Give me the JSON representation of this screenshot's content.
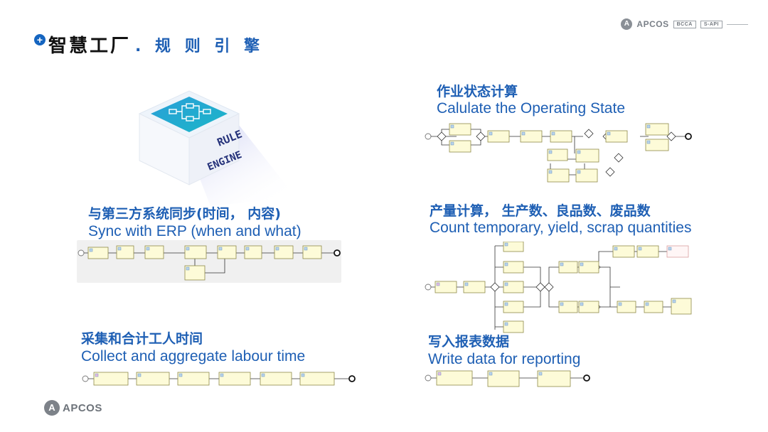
{
  "header": {
    "title_main": "智慧工厂",
    "title_sub": ". 规 则 引 擎",
    "brand": "APCOS",
    "tag_left": "BCCA",
    "tag_right": "S-API"
  },
  "hero": {
    "rule": "RULE",
    "engine": "ENGINE"
  },
  "sections": {
    "erp": {
      "cn": "与第三方系统同步(时间， 内容)",
      "en": "Sync with ERP (when and what)"
    },
    "labour": {
      "cn": "采集和合计工人时间",
      "en": "Collect and aggregate labour time"
    },
    "operating": {
      "cn": "作业状态计算",
      "en": "Calulate the Operating State"
    },
    "count": {
      "cn": "产量计算， 生产数、良品数、废品数",
      "en": "Count temporary, yield, scrap quantities"
    },
    "reporting": {
      "cn": "写入报表数据",
      "en": "Write data for reporting"
    }
  },
  "footer": {
    "brand": "APCOS"
  },
  "colors": {
    "accent": "#1e5fb4",
    "task_fill": "#fdfbd8",
    "icon_blue": "#1565c0"
  }
}
